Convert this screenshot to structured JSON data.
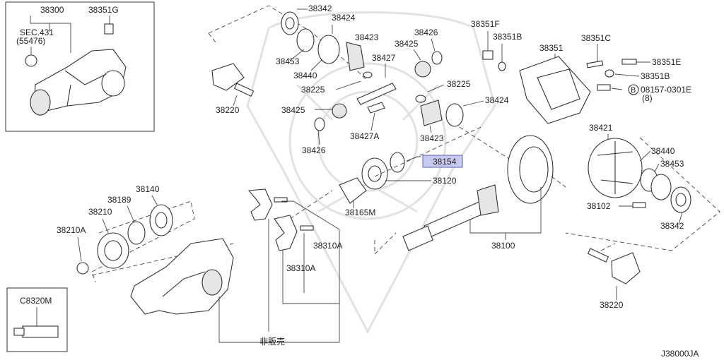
{
  "diagram_id": "J38000JA",
  "highlighted_part": "38154",
  "not_sold_note": "非販売",
  "inset_top_left": {
    "parts": [
      "38300",
      "38351G"
    ],
    "section_ref": "SEC.431",
    "section_sub": "(55476)"
  },
  "inset_bottom_left": {
    "part": "C8320M"
  },
  "bolt_ref": "08157-0301E",
  "bolt_qty": "(8)",
  "bolt_marker": "B",
  "labels": {
    "l38342a": "38342",
    "l38424a": "38424",
    "l38423a": "38423",
    "l38453a": "38453",
    "l38440a": "38440",
    "l38225a": "38225",
    "l38427": "38427",
    "l38426a": "38426",
    "l38425a": "38425",
    "l38220a": "38220",
    "l38425b": "38425",
    "l38426b": "38426",
    "l38427a": "38427A",
    "l38225b": "38225",
    "l38424b": "38424",
    "l38423b": "38423",
    "l38351f": "38351F",
    "l38351b1": "38351B",
    "l38351": "38351",
    "l38351c": "38351C",
    "l38351e": "38351E",
    "l38351b2": "38351B",
    "l38154": "38154",
    "l38120": "38120",
    "l38165m": "38165M",
    "l38421": "38421",
    "l38440b": "38440",
    "l38453b": "38453",
    "l38102": "38102",
    "l38342b": "38342",
    "l38140": "38140",
    "l38189": "38189",
    "l38210": "38210",
    "l38210a": "38210A",
    "l38310a1": "38310A",
    "l38310a2": "38310A",
    "l38100": "38100",
    "l38220b": "38220"
  }
}
